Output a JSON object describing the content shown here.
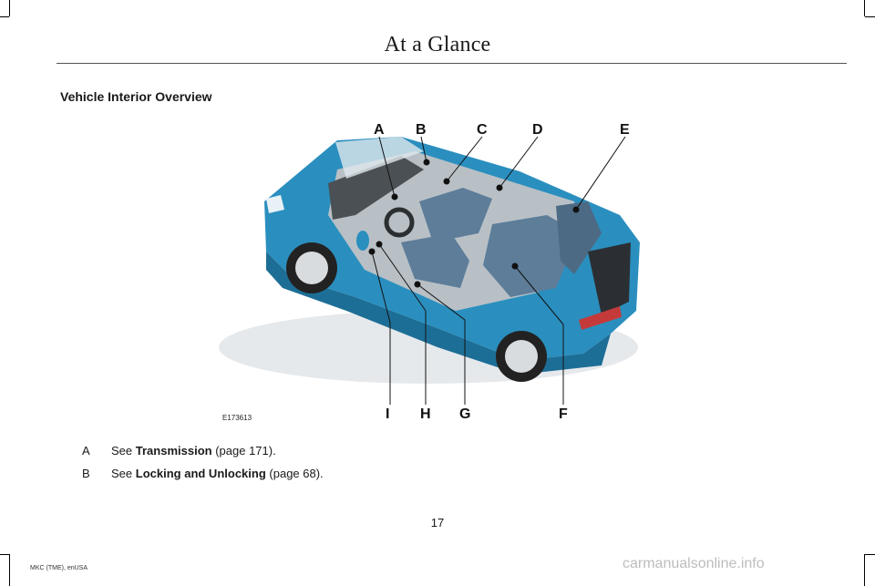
{
  "header": {
    "title": "At a Glance"
  },
  "section": {
    "heading": "Vehicle Interior Overview"
  },
  "figure": {
    "code": "E173613",
    "callouts_top": [
      "A",
      "B",
      "C",
      "D",
      "E"
    ],
    "callouts_bottom": [
      "I",
      "H",
      "G",
      "F"
    ]
  },
  "items": [
    {
      "key": "A",
      "see": "See",
      "link": "Transmission",
      "page": "(page 171)."
    },
    {
      "key": "B",
      "see": "See",
      "link": "Locking and Unlocking",
      "page": "(page 68)."
    }
  ],
  "footer": {
    "page_number": "17",
    "model": "MKC (TME), enUSA",
    "watermark": "carmanualsonline.info"
  },
  "colors": {
    "body": "#2a8fbf",
    "body_dark": "#1d6e96",
    "seat": "#5d7d99"
  }
}
